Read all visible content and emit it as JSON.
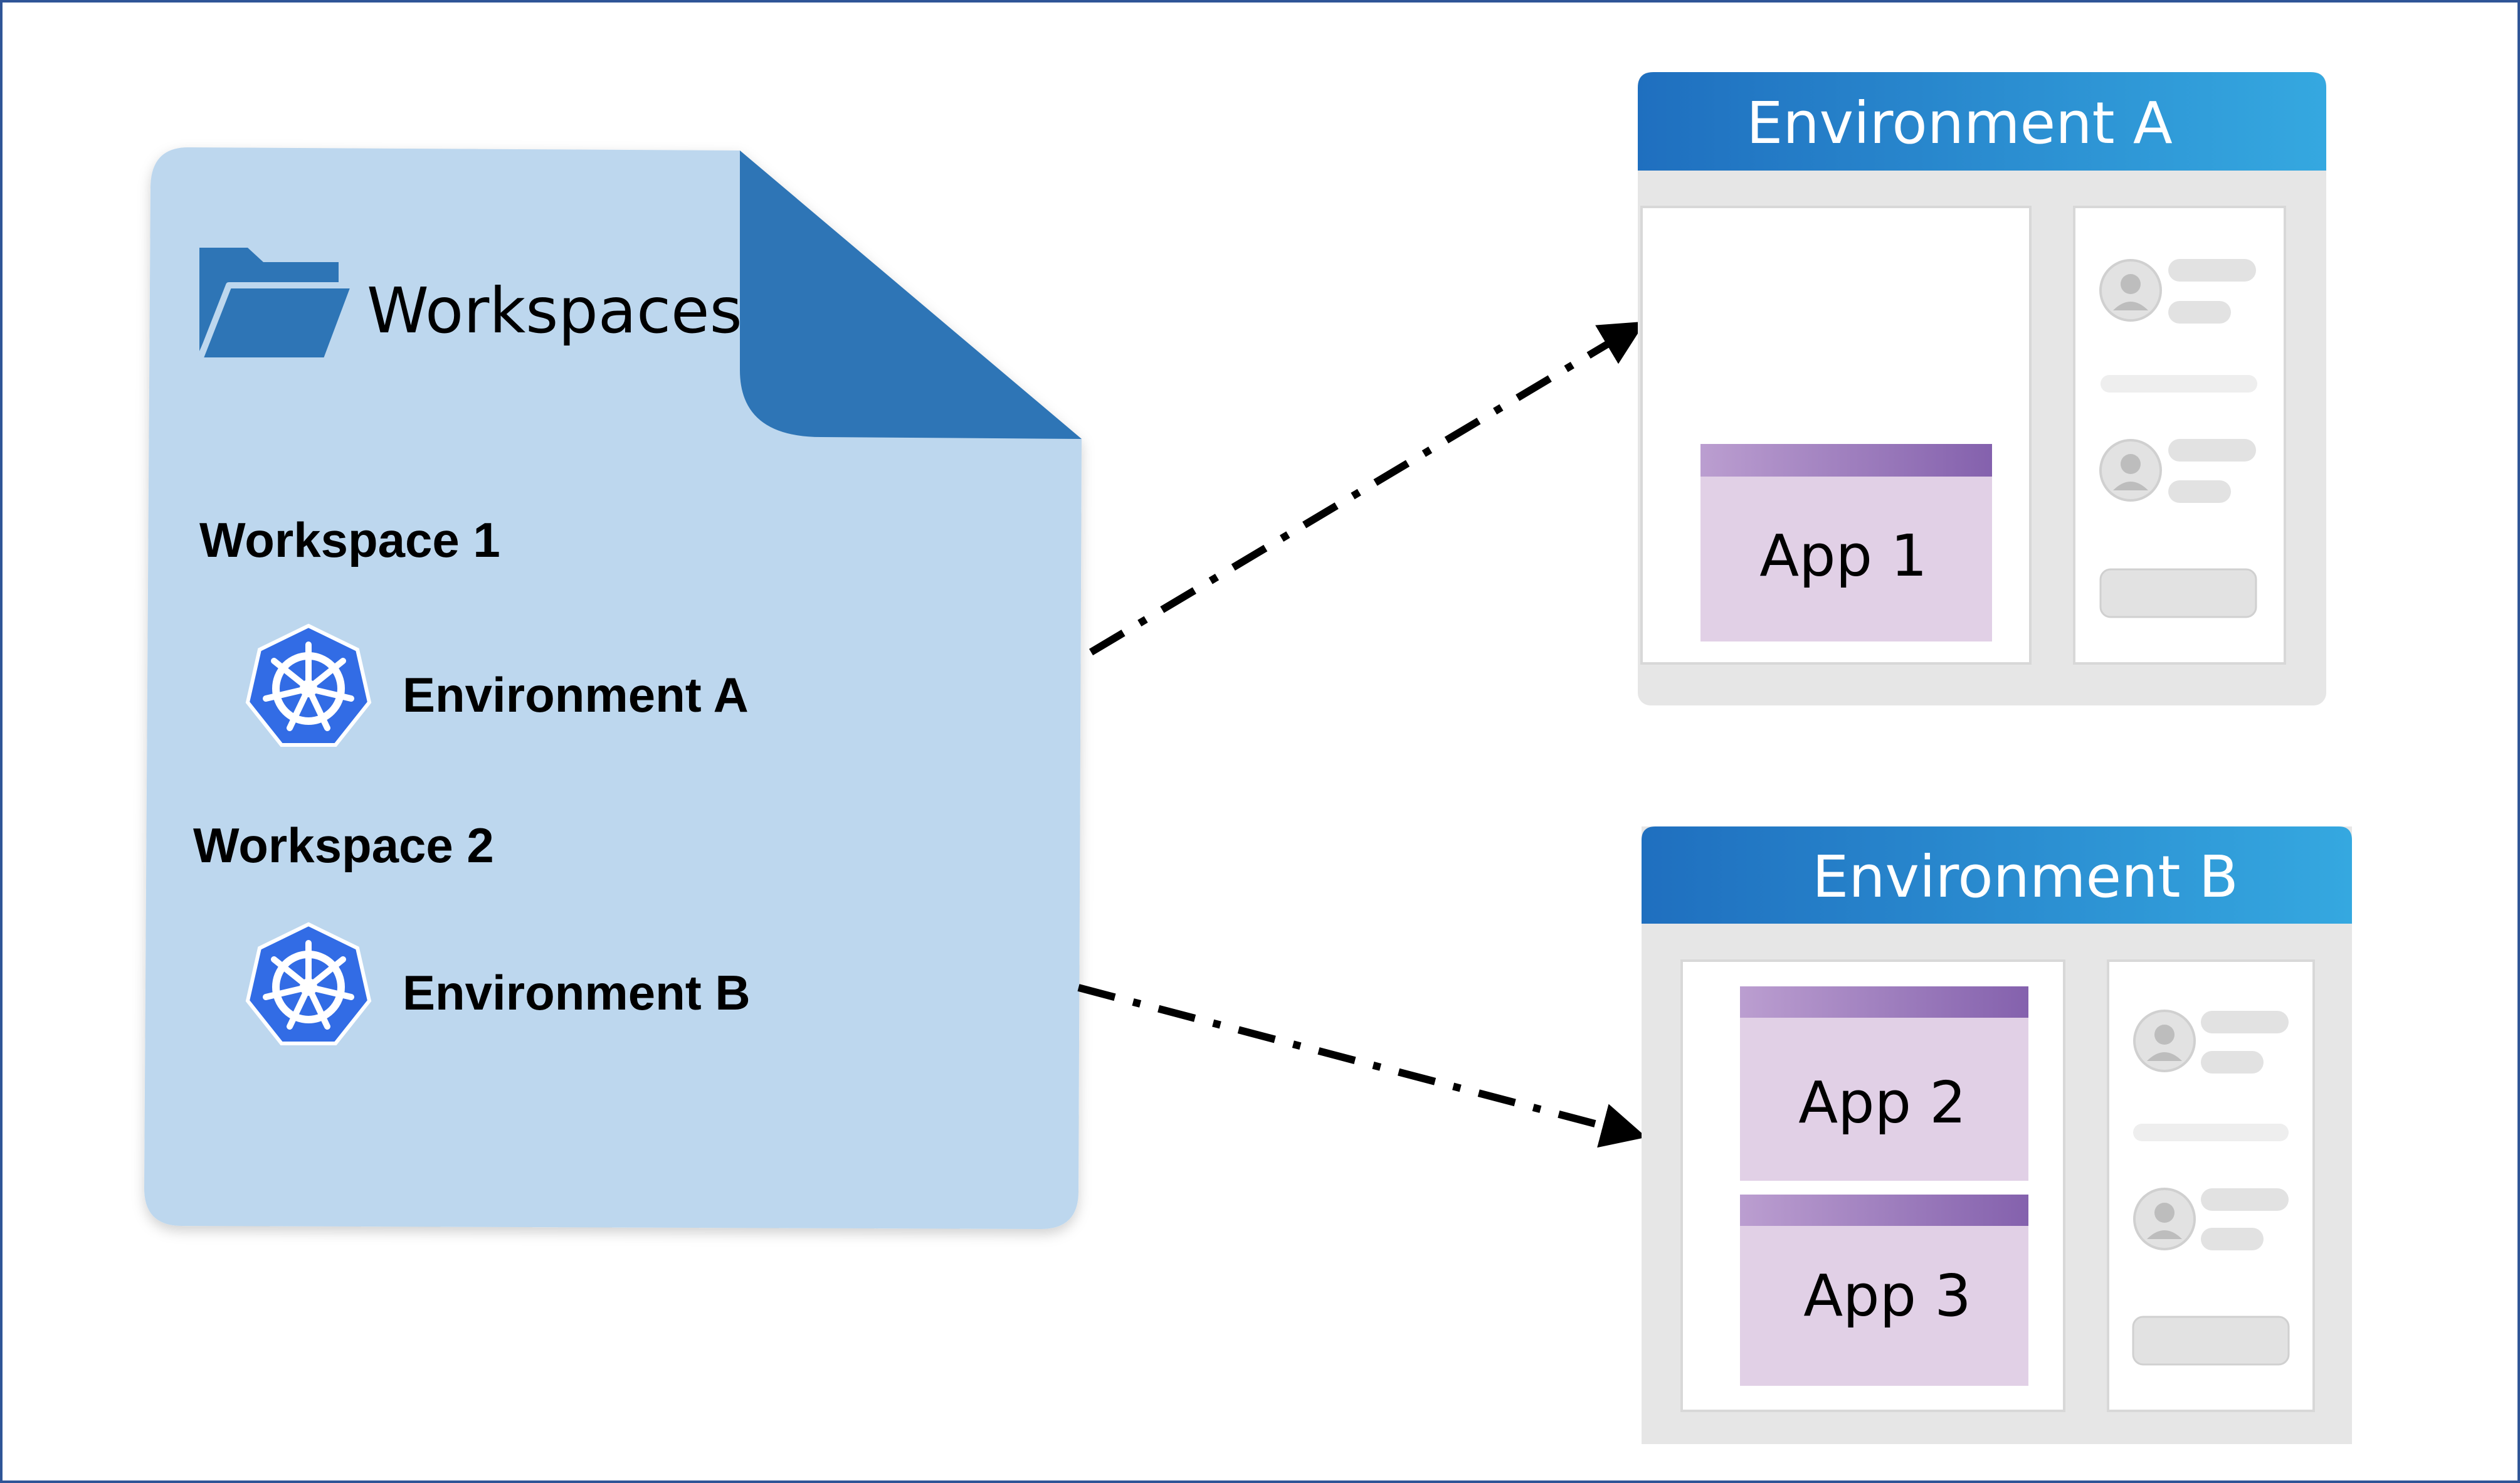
{
  "workspaces_panel": {
    "title": "Workspaces",
    "workspaces": [
      {
        "label": "Workspace 1",
        "environment": "Environment A"
      },
      {
        "label": "Workspace 2",
        "environment": "Environment B"
      }
    ]
  },
  "environment_a": {
    "title": "Environment A",
    "apps": [
      "App 1"
    ]
  },
  "environment_b": {
    "title": "Environment B",
    "apps": [
      "App 2",
      "App 3"
    ]
  },
  "colors": {
    "panel_fill": "#bdd7ee",
    "fold_fill": "#2e75b6",
    "header_blue_dark": "#1f6fbf",
    "header_blue_light": "#35a8e0",
    "app_fill": "#e1d0e6",
    "app_header_dark": "#8461ad",
    "app_header_light": "#bb9ed0",
    "k8s_blue": "#326ce5",
    "frame_border": "#2f5597"
  },
  "icons": {
    "folder": "folder-icon",
    "kubernetes": "kubernetes-helm-icon",
    "user": "user-avatar-icon"
  }
}
